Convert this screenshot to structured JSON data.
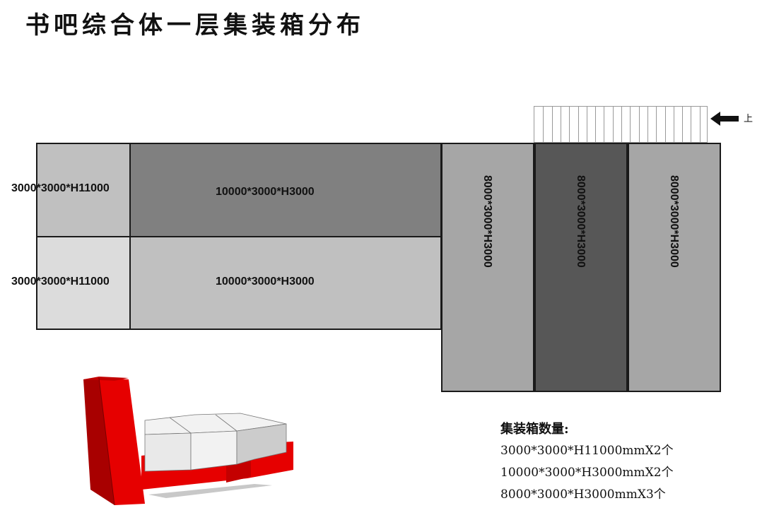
{
  "title": "书吧综合体一层集装箱分布",
  "plan": {
    "boxes": [
      {
        "label": "3000*3000*H11000",
        "color": "#c0c0c0"
      },
      {
        "label": "10000*3000*H3000",
        "color": "#808080"
      },
      {
        "label": "3000*3000*H11000",
        "color": "#dcdcdc"
      },
      {
        "label": "10000*3000*H3000",
        "color": "#c0c0c0"
      },
      {
        "label": "8000*3000*H3000",
        "color": "#a6a6a6"
      },
      {
        "label": "8000*3000*H3000",
        "color": "#575757"
      },
      {
        "label": "8000*3000*H3000",
        "color": "#a6a6a6"
      }
    ],
    "stair": {
      "label": "上",
      "arrow": "left-arrow-icon",
      "steps": 20
    }
  },
  "summary": {
    "title": "集装箱数量:",
    "lines": [
      "3000*3000*H11000mmX2个",
      "10000*3000*H3000mmX2个",
      "8000*3000*H3000mmX3个"
    ]
  },
  "model_colors": {
    "red": "#e60000",
    "dark_red": "#a80000",
    "white": "#f2f2f2"
  }
}
